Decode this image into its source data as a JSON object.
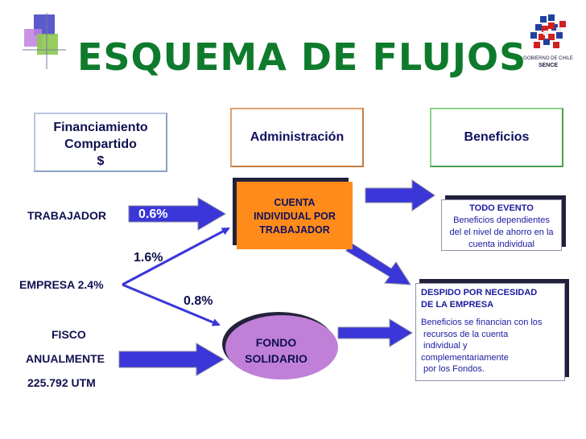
{
  "title": "ESQUEMA DE FLUJOS",
  "logo": {
    "line1": "GOBIERNO DE CHILE",
    "line2": "SENCE"
  },
  "headers": {
    "financiamiento": [
      "Financiamiento",
      "Compartido",
      "$"
    ],
    "administracion": "Administración",
    "beneficios": "Beneficios"
  },
  "sources": {
    "trabajador": "TRABAJADOR",
    "empresa": "EMPRESA 2.4%",
    "fisco": [
      "FISCO",
      "ANUALMENTE",
      "225.792 UTM"
    ]
  },
  "rates": {
    "trabajador": "0.6%",
    "empresa_cuenta": "1.6%",
    "empresa_fondo": "0.8%"
  },
  "cuenta": [
    "CUENTA",
    "INDIVIDUAL POR",
    "TRABAJADOR"
  ],
  "fondo": [
    "FONDO",
    "SOLIDARIO"
  ],
  "todo_evento": {
    "title": "TODO EVENTO",
    "lines": [
      "Beneficios  dependientes",
      "del el nivel de ahorro en la",
      "cuenta individual"
    ]
  },
  "despido": {
    "title": [
      "DESPIDO POR NECESIDAD",
      "DE LA EMPRESA"
    ],
    "lines": [
      "Beneficios se financian con los",
      " recursos de la cuenta",
      " individual y",
      "complementariamente",
      " por los Fondos."
    ]
  },
  "colors": {
    "title_green": "#0e7b2c",
    "arrow_blue": "#3a36d8",
    "cuenta_orange": "#ff8c1a",
    "fondo_purple": "#c080d8",
    "text_navy": "#101050"
  },
  "icons": [
    "decorative-squares-icon",
    "chile-logo-icon"
  ]
}
